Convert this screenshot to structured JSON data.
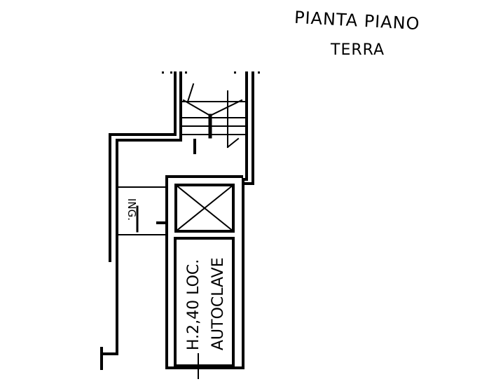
{
  "title": {
    "line1": "PIANTA PIANO",
    "line2": "TERRA"
  },
  "labels": {
    "entrance": "ING.",
    "room_height": "H.2,40 LOC.",
    "room_name": "AUTOCLAVE"
  },
  "colors": {
    "ink": "#000000",
    "paper": "#ffffff"
  }
}
